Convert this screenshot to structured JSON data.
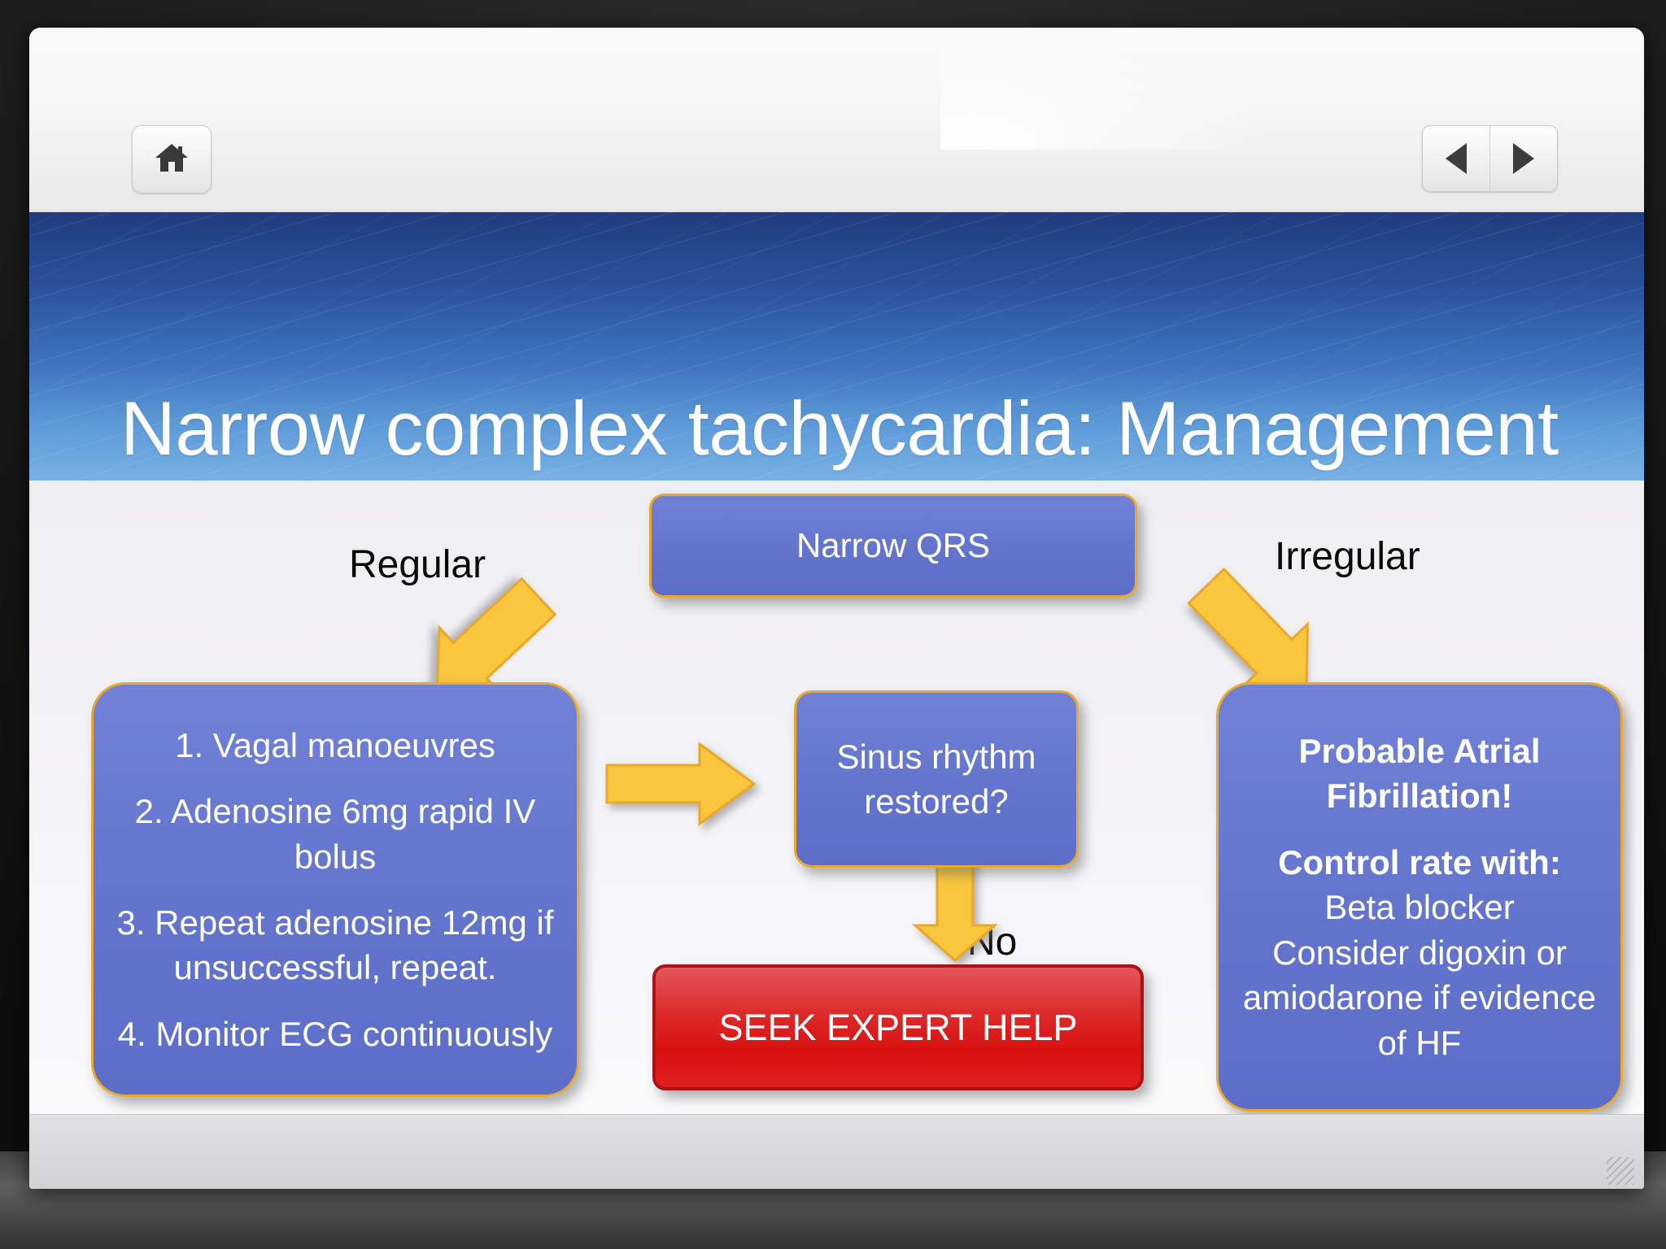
{
  "app": {
    "toolbar": {
      "home_button_label": "Home",
      "prev_button_label": "Previous",
      "next_button_label": "Next"
    }
  },
  "slide": {
    "title": "Narrow complex tachycardia: Management",
    "flow_labels": {
      "regular": "Regular",
      "irregular": "Irregular",
      "no": "No"
    },
    "nodes": {
      "narrow_qrs": {
        "text": "Narrow QRS"
      },
      "left_steps": {
        "lines": [
          "1.    Vagal manoeuvres",
          "2. Adenosine 6mg rapid IV bolus",
          "3. Repeat adenosine 12mg if unsuccessful, repeat.",
          "4. Monitor ECG continuously"
        ]
      },
      "sinus": {
        "text": "Sinus rhythm restored?"
      },
      "atrial_fibrillation": {
        "heading": "Probable Atrial Fibrillation!",
        "subheading": "Control rate with:",
        "lines": [
          "Beta blocker",
          "Consider digoxin or amiodarone if evidence of HF"
        ]
      },
      "seek_help": {
        "text": "SEEK EXPERT HELP"
      }
    },
    "colors": {
      "node_fill": "#6374cd",
      "node_border": "#e8a92e",
      "alert_fill": "#d81010",
      "alert_border": "#a81313",
      "arrow_fill": "#f9c63e",
      "header_top": "#1f3d80",
      "header_bottom": "#78b0e6",
      "title_text": "#ffffff"
    }
  }
}
